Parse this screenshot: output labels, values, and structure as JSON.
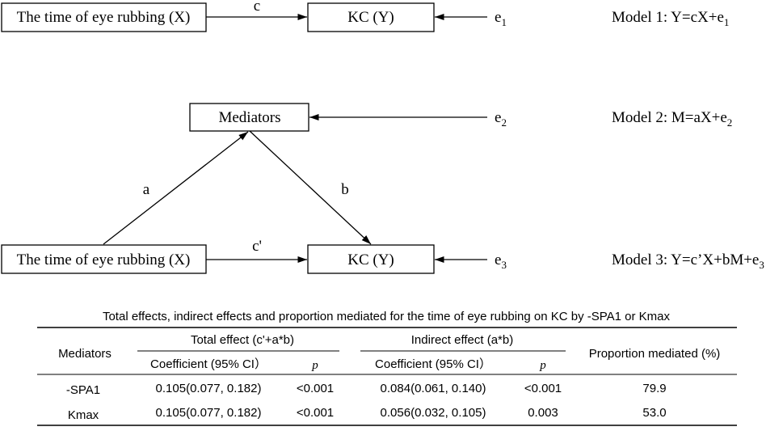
{
  "diagram": {
    "model1": {
      "x_box": "The time of eye rubbing (X)",
      "y_box": "KC (Y)",
      "path_c": "c",
      "error_base": "e",
      "error_sub": "1",
      "model_label": "Model 1: Y=cX+e",
      "model_sub": "1"
    },
    "model2": {
      "mediator_box": "Mediators",
      "error_base": "e",
      "error_sub": "2",
      "model_label": "Model 2: M=aX+e",
      "model_sub": "2"
    },
    "model3": {
      "x_box": "The time of eye rubbing (X)",
      "y_box": "KC (Y)",
      "path_a": "a",
      "path_b": "b",
      "path_c_prime": "c'",
      "error_base": "e",
      "error_sub": "3",
      "model_label": "Model 3: Y=c’X+bM+e",
      "model_sub": "3"
    }
  },
  "table": {
    "title": "Total effects, indirect effects and proportion mediated for the time of eye rubbing on KC by -SPA1 or Kmax",
    "col_mediators": "Mediators",
    "col_total": "Total effect (c'+a*b)",
    "col_indirect": "Indirect effect (a*b)",
    "col_proportion": "Proportion mediated (%)",
    "sub_coef": "Coefficient (95% CI）",
    "sub_p": "p",
    "rows": [
      {
        "mediator": "-SPA1",
        "total_coef": "0.105(0.077, 0.182)",
        "total_p": "<0.001",
        "ind_coef": "0.084(0.061, 0.140)",
        "ind_p": "<0.001",
        "prop": "79.9"
      },
      {
        "mediator": "Kmax",
        "total_coef": "0.105(0.077, 0.182)",
        "total_p": "<0.001",
        "ind_coef": "0.056(0.032, 0.105)",
        "ind_p": "0.003",
        "prop": "53.0"
      }
    ]
  }
}
